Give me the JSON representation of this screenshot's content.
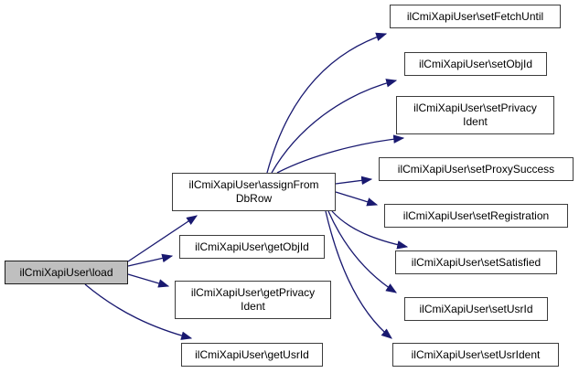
{
  "diagram": {
    "kind": "doxygen-call-graph",
    "background_color": "#ffffff",
    "edge_color": "#191970",
    "node_border_color": "#3c3c3c",
    "highlighted_node_fill": "#bfbfbf",
    "nodes": {
      "load": {
        "label": "ilCmiXapiUser\\load",
        "highlighted": true
      },
      "assignFromDbRow": {
        "label": "ilCmiXapiUser\\assignFrom\nDbRow"
      },
      "getObjId": {
        "label": "ilCmiXapiUser\\getObjId"
      },
      "getPrivacyIdent": {
        "label": "ilCmiXapiUser\\getPrivacy\nIdent"
      },
      "getUsrId": {
        "label": "ilCmiXapiUser\\getUsrId"
      },
      "setFetchUntil": {
        "label": "ilCmiXapiUser\\setFetchUntil"
      },
      "setObjId": {
        "label": "ilCmiXapiUser\\setObjId"
      },
      "setPrivacyIdent": {
        "label": "ilCmiXapiUser\\setPrivacy\nIdent"
      },
      "setProxySuccess": {
        "label": "ilCmiXapiUser\\setProxySuccess"
      },
      "setRegistration": {
        "label": "ilCmiXapiUser\\setRegistration"
      },
      "setSatisfied": {
        "label": "ilCmiXapiUser\\setSatisfied"
      },
      "setUsrId": {
        "label": "ilCmiXapiUser\\setUsrId"
      },
      "setUsrIdent": {
        "label": "ilCmiXapiUser\\setUsrIdent"
      }
    },
    "edges": [
      {
        "from": "load",
        "to": "assignFromDbRow"
      },
      {
        "from": "load",
        "to": "getObjId"
      },
      {
        "from": "load",
        "to": "getPrivacyIdent"
      },
      {
        "from": "load",
        "to": "getUsrId"
      },
      {
        "from": "assignFromDbRow",
        "to": "setFetchUntil"
      },
      {
        "from": "assignFromDbRow",
        "to": "setObjId"
      },
      {
        "from": "assignFromDbRow",
        "to": "setPrivacyIdent"
      },
      {
        "from": "assignFromDbRow",
        "to": "setProxySuccess"
      },
      {
        "from": "assignFromDbRow",
        "to": "setRegistration"
      },
      {
        "from": "assignFromDbRow",
        "to": "setSatisfied"
      },
      {
        "from": "assignFromDbRow",
        "to": "setUsrId"
      },
      {
        "from": "assignFromDbRow",
        "to": "setUsrIdent"
      }
    ]
  }
}
